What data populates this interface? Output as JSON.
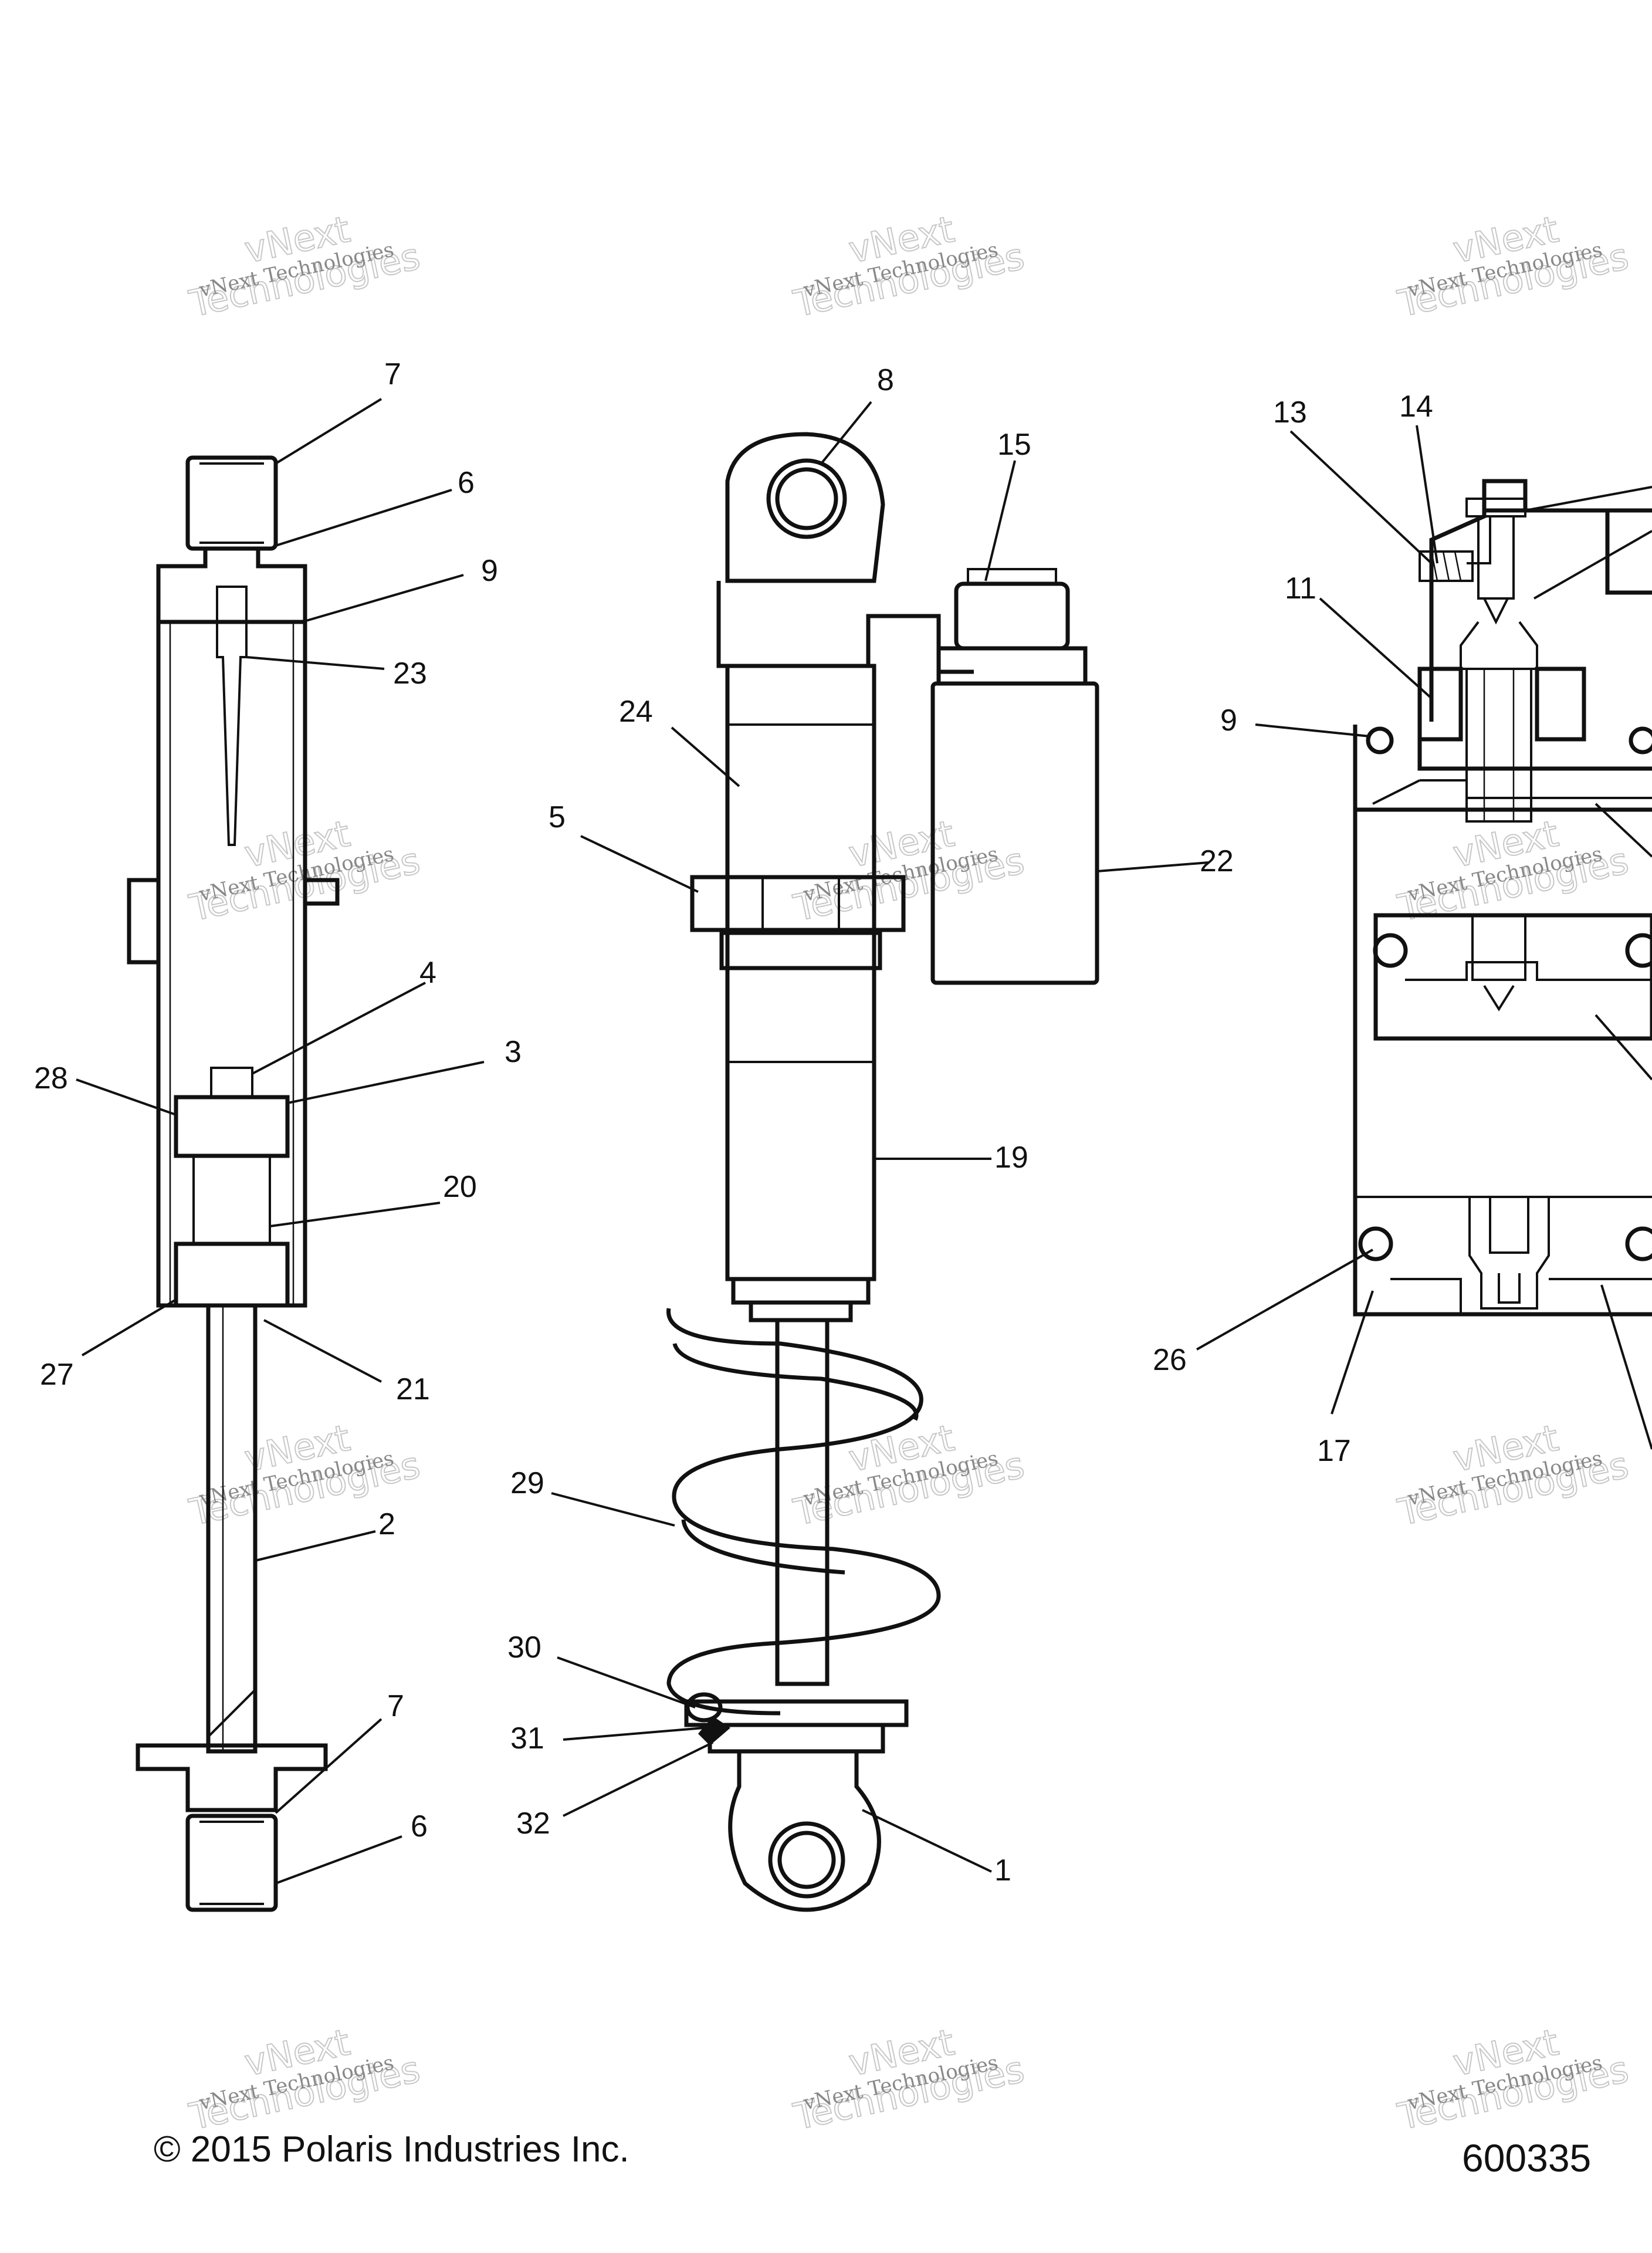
{
  "labels": {
    "l7a": "7",
    "l6a": "6",
    "l9a": "9",
    "l23": "23",
    "l4": "4",
    "l3": "3",
    "l28": "28",
    "l20": "20",
    "l27": "27",
    "l21": "21",
    "l2": "2",
    "l7b": "7",
    "l6b": "6",
    "l8": "8",
    "l15": "15",
    "l24": "24",
    "l5": "5",
    "l22": "22",
    "l19": "19",
    "l29": "29",
    "l30": "30",
    "l31": "31",
    "l32": "32",
    "l1": "1",
    "l13": "13",
    "l14": "14",
    "l11": "11",
    "l9b": "9",
    "l26": "26",
    "l17": "17"
  },
  "watermark": {
    "line1": "vNext Technologies",
    "line2": "Technologies",
    "line3": "vNext"
  },
  "footer": {
    "copyright": "© 2015 Polaris Industries Inc.",
    "diagram_number": "600335"
  }
}
